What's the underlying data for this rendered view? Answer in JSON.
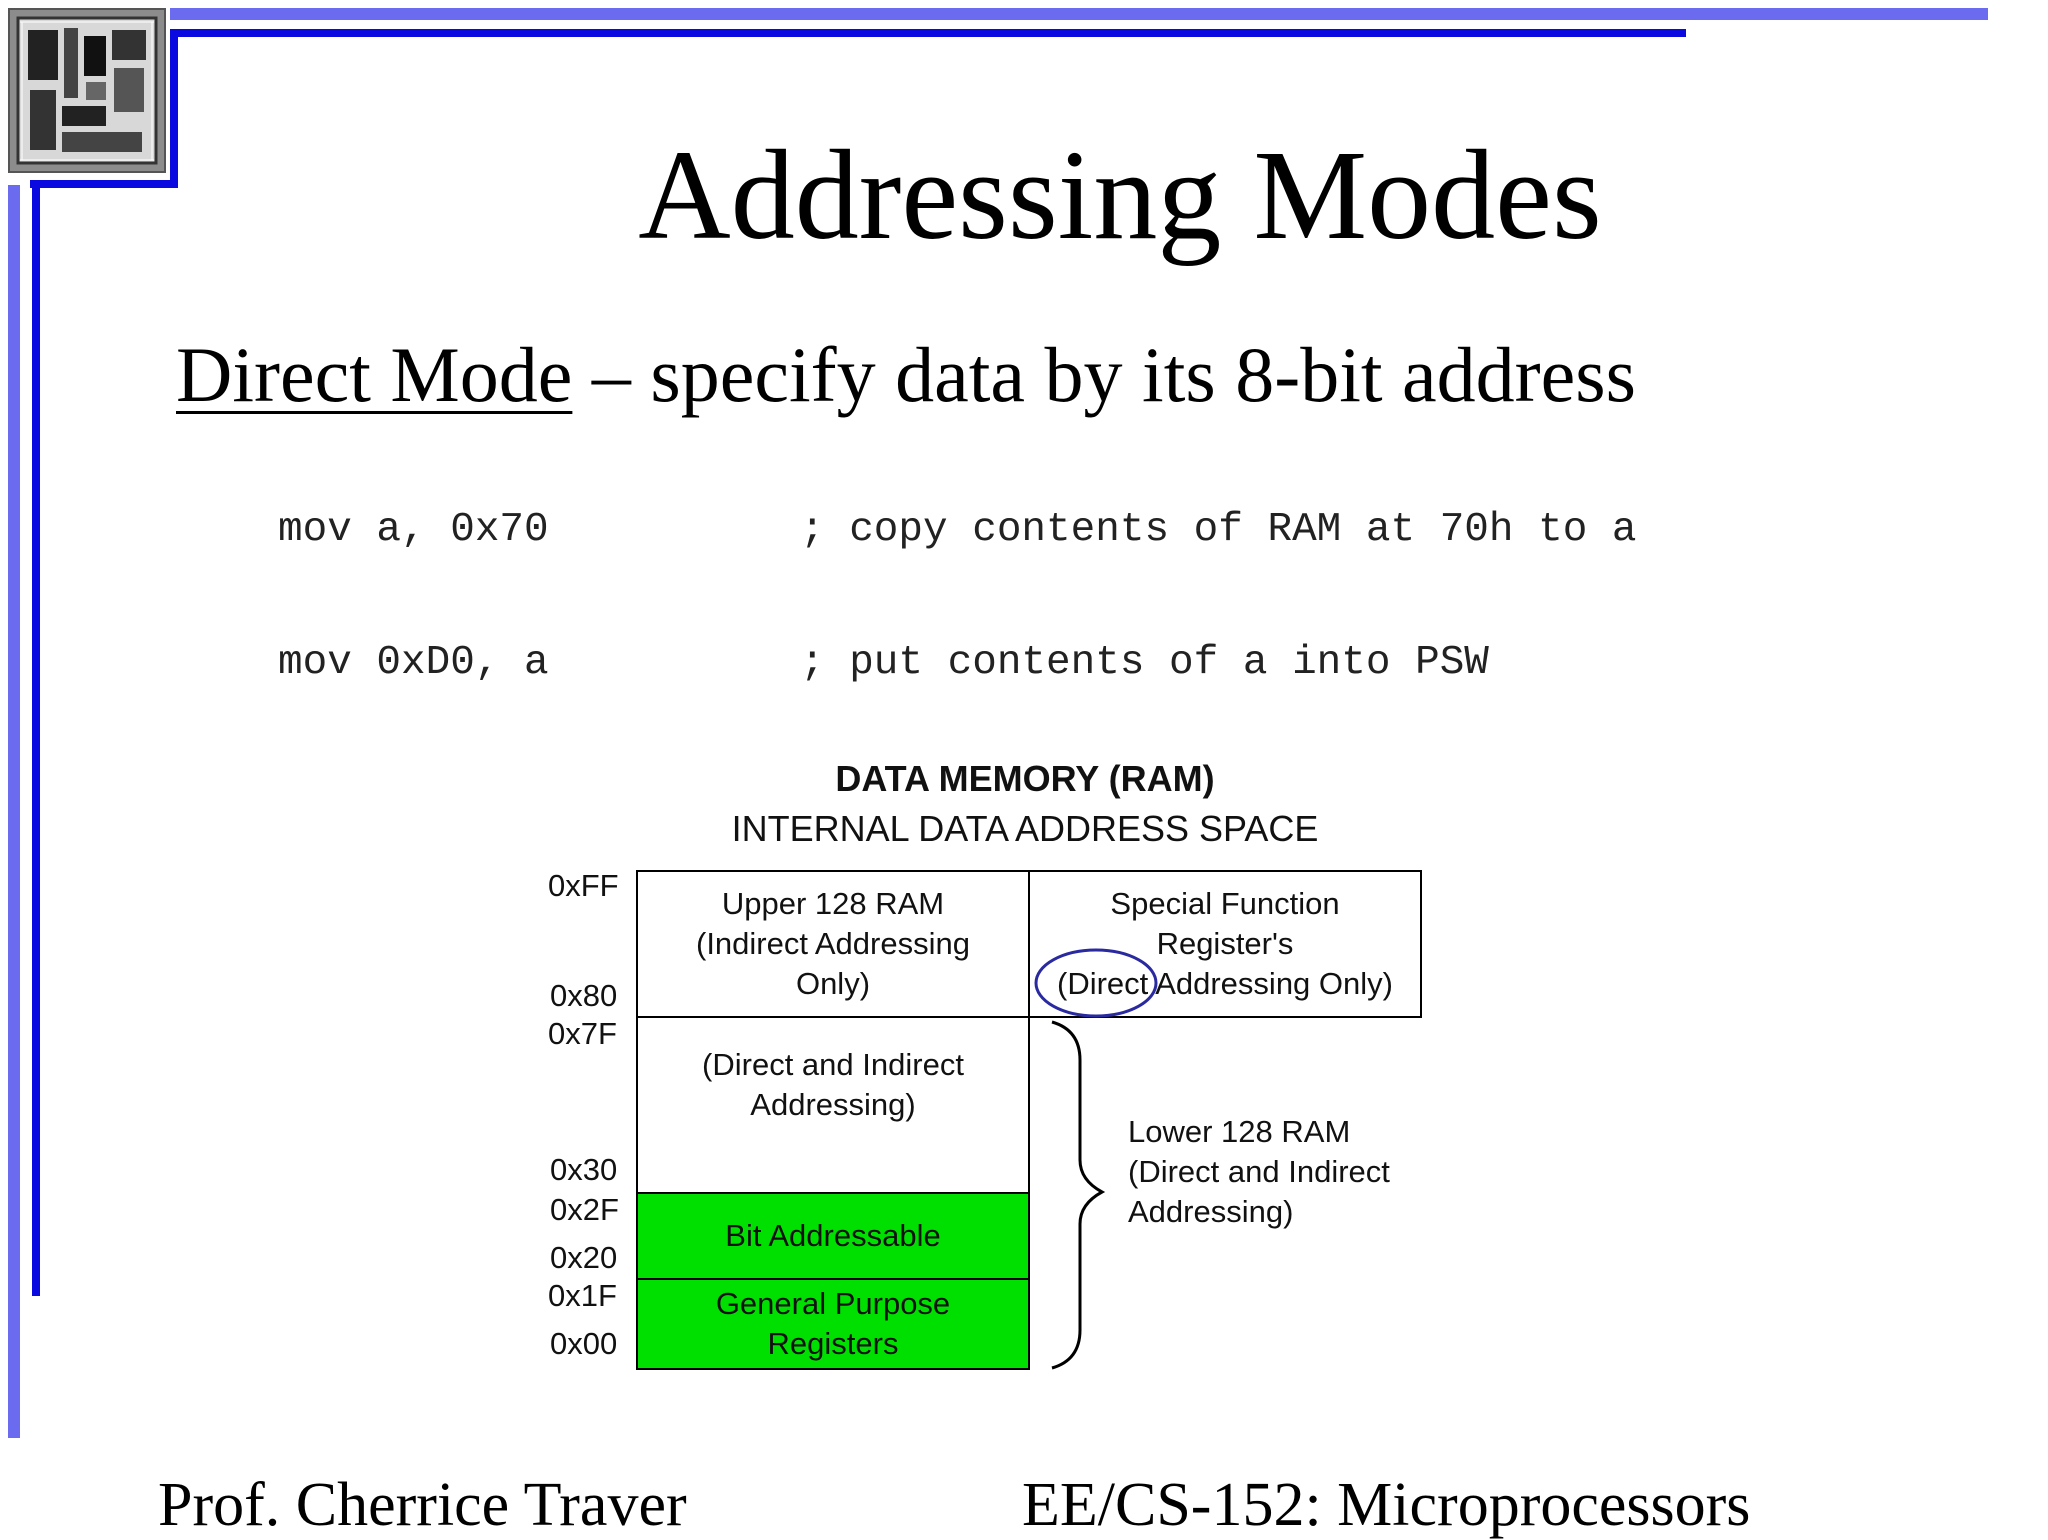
{
  "slide": {
    "title": "Addressing Modes",
    "subtitle_mode": "Direct Mode",
    "subtitle_rest": " – specify data by its 8-bit address"
  },
  "code": [
    {
      "instruction": "mov a, 0x70",
      "comment": "; copy contents of RAM at 70h to a"
    },
    {
      "instruction": "mov 0xD0, a",
      "comment": "; put contents of a into PSW"
    }
  ],
  "memory_map": {
    "title": "DATA MEMORY (RAM)",
    "subtitle": "INTERNAL DATA  ADDRESS SPACE",
    "addresses": [
      "0xFF",
      "0x80",
      "0x7F",
      "0x30",
      "0x2F",
      "0x20",
      "0x1F",
      "0x00"
    ],
    "upper_ram": [
      "Upper 128 RAM",
      "(Indirect Addressing",
      "Only)"
    ],
    "sfr": [
      "Special Function",
      "Register's",
      "(Direct",
      "Addressing Only)"
    ],
    "direct_indirect": [
      "(Direct and Indirect",
      "Addressing)"
    ],
    "bit_addressable": "Bit Addressable",
    "gpr": [
      "General Purpose",
      "Registers"
    ],
    "lower_ram": [
      "Lower 128 RAM",
      "(Direct and Indirect",
      "Addressing)"
    ]
  },
  "colors": {
    "frame_light": "#6b6bf0",
    "frame_dark": "#0a0ae0",
    "cell_green": "#00e000",
    "circle": "#2a2aa0"
  },
  "footer": {
    "left": "Prof. Cherrice Traver",
    "right": "EE/CS-152: Microprocessors"
  }
}
